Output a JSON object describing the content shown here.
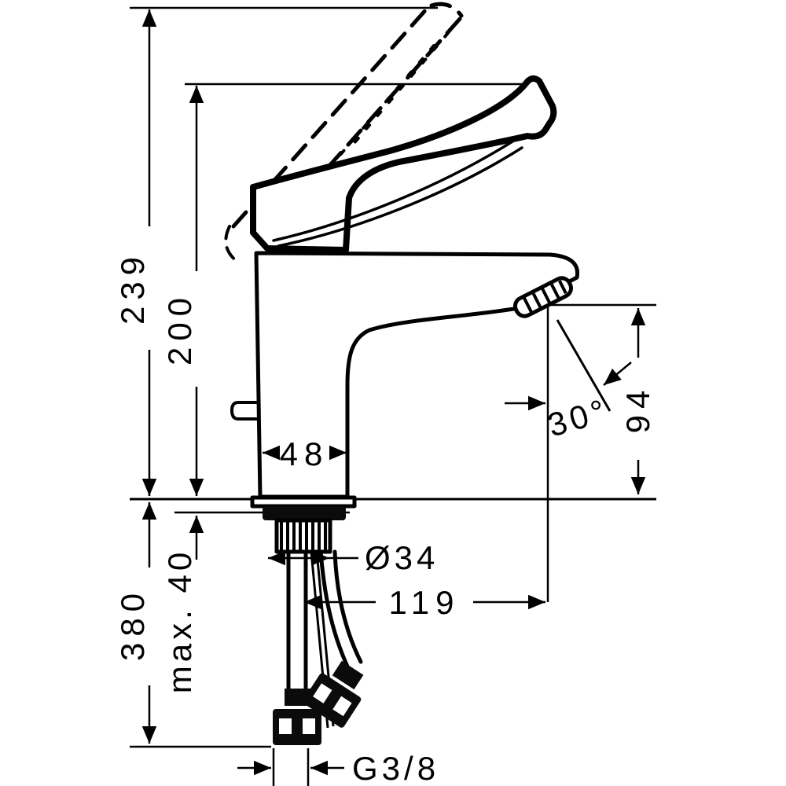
{
  "drawing": {
    "kind": "faucet-technical-dimension-drawing",
    "colors": {
      "ink": "#000000",
      "background": "#ffffff"
    },
    "dims": {
      "overall_height": "239",
      "height_to_spout_top": "200",
      "body_width": "48",
      "stream_angle": "30°",
      "spout_height": "94",
      "shank_diameter": "Ø34",
      "spout_reach": "119",
      "max_mounting_thickness": "max. 40",
      "hose_length_below_deck": "380",
      "connection_thread": "G3/8"
    }
  }
}
